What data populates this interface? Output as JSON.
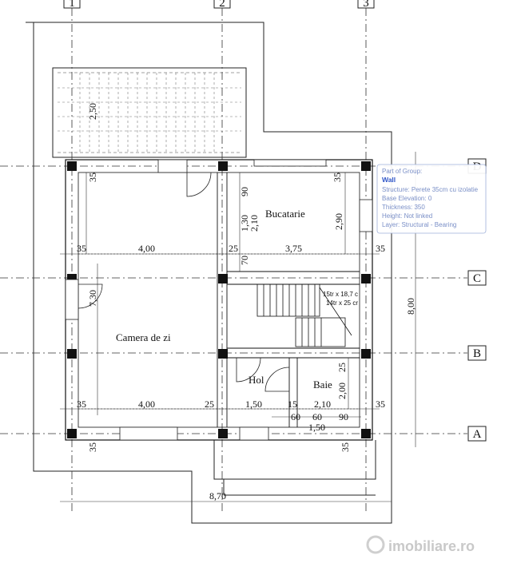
{
  "axes": {
    "columns": [
      "1",
      "2",
      "3"
    ],
    "rows": [
      "D",
      "C",
      "B",
      "A"
    ]
  },
  "rooms": {
    "kitchen": "Bucatarie",
    "living": "Camera de zi",
    "hall": "Hol",
    "bath": "Baie"
  },
  "dimensions": {
    "terrace_depth": "2,50",
    "top_left_wall": "35",
    "top_right_wall": "35",
    "kitchen_d1": "90",
    "kitchen_d2": "1,30",
    "kitchen_d3": "2,10",
    "kitchen_d4": "2,90",
    "c_row_left_wall": "35",
    "c_row_left_span": "4,00",
    "c_row_mid_wall": "25",
    "c_row_mid_small": "70",
    "c_row_right_span": "3,75",
    "c_row_right_wall": "35",
    "living_depth": "7,30",
    "bath_d1": "25",
    "bath_d2": "2,00",
    "a_row_left_wall": "35",
    "a_row_left_span": "4,00",
    "a_row_mid_wall": "25",
    "a_row_hall": "1,50",
    "a_row_15": "15",
    "a_row_bath": "2,10",
    "a_row_right_wall": "35",
    "sub_60a": "60",
    "sub_60b": "60",
    "sub_90": "90",
    "sub_150": "1,50",
    "bottom_left_35": "35",
    "bottom_right_35": "35",
    "total_width": "8,70",
    "total_depth": "8,00"
  },
  "stairs": {
    "note1": "15tr x 18,7 c",
    "note2": "14tr x 25 cr"
  },
  "tooltip": {
    "part_of_group": "Part of Group:",
    "title": "Wall",
    "structure": "Structure: Perete 35cm cu izolatie",
    "base_elevation": "Base Elevation: 0",
    "thickness": "Thickness: 350",
    "height": "Height: Not linked",
    "layer": "Layer: Structural - Bearing"
  },
  "watermark": "imobiliare.ro"
}
